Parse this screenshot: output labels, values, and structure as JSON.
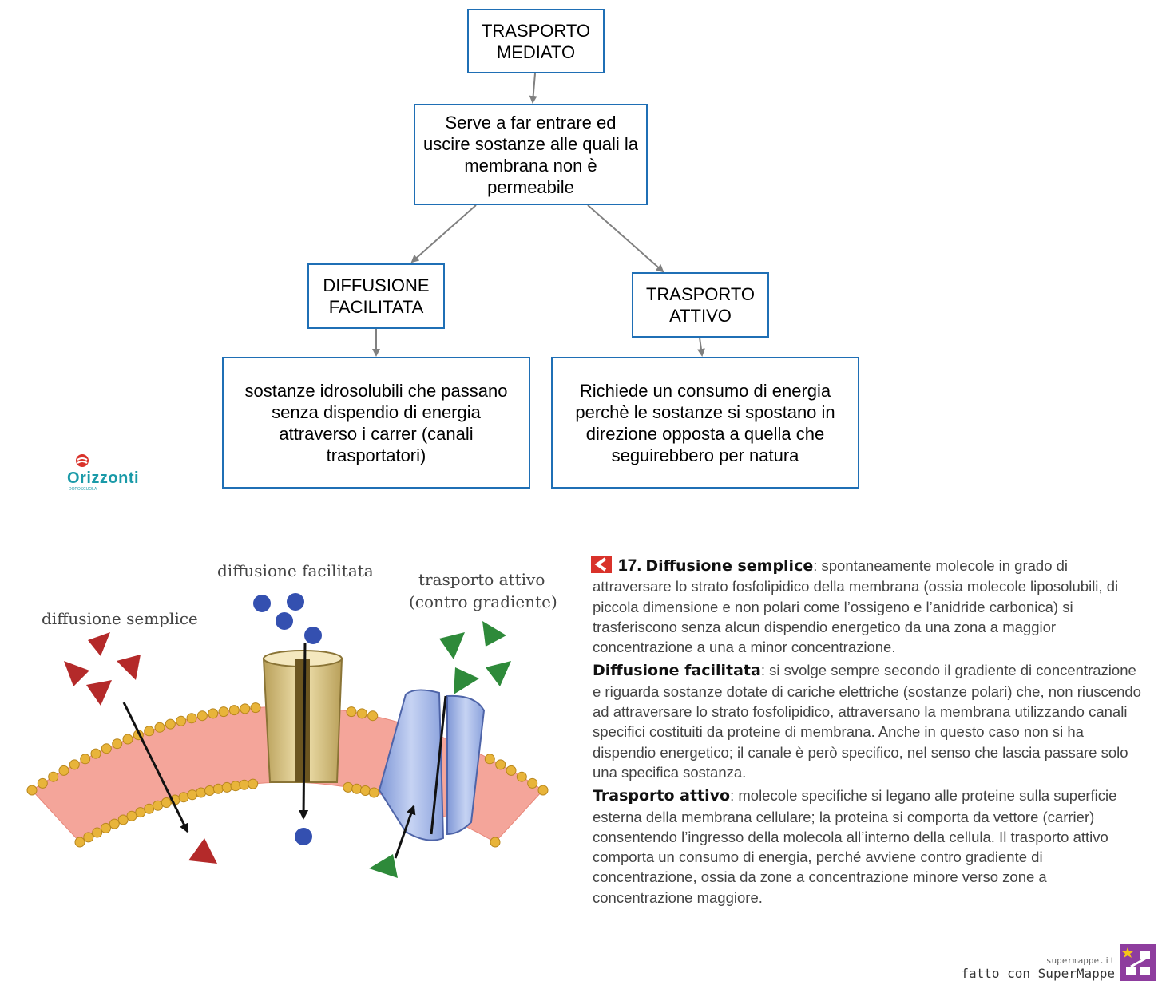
{
  "concept_map": {
    "nodes": {
      "root": "TRASPORTO MEDIATO",
      "purpose": "Serve a far entrare ed uscire sostanze alle quali la membrana non è permeabile",
      "facilitated": "DIFFUSIONE FACILITATA",
      "active": "TRASPORTO ATTIVO",
      "facilitated_desc": "sostanze idrosolubili che passano senza dispendio di energia attraverso i carrer (canali trasportatori)",
      "active_desc": "Richiede un consumo di energia perchè le sostanze si spostano in direzione opposta a quella che seguirebbero per natura"
    },
    "edges": [
      {
        "from": "root",
        "to": "purpose"
      },
      {
        "from": "purpose",
        "to": "facilitated"
      },
      {
        "from": "purpose",
        "to": "active"
      },
      {
        "from": "facilitated",
        "to": "facilitated_desc"
      },
      {
        "from": "active",
        "to": "active_desc"
      }
    ],
    "colors": {
      "border": "#1f6fb5",
      "edge": "#808080"
    }
  },
  "logo": {
    "text": "Orizzonti",
    "sub": "DOPOSCUOLA"
  },
  "figure": {
    "labels": {
      "simple": "diffusione semplice",
      "facilitated": "diffusione facilitata",
      "active_line1": "trasporto attivo",
      "active_line2": "(contro gradiente)"
    },
    "colors": {
      "membrane": "#f4a59a",
      "head": "#e8b43a",
      "channel": "#d9c07a",
      "carrier": "#9fb4e6",
      "molecule_blue": "#3450b0",
      "triangle_red": "#b42a2a",
      "triangle_green": "#2e8a3a"
    }
  },
  "text": {
    "p1_num": "17.",
    "p1_title": "Diffusione semplice",
    "p1_body": ": spontaneamente molecole in grado di attraversare lo strato fosfolipidico della membrana (ossia molecole liposolubili, di piccola dimensione e non polari come l’ossigeno e l’anidride carbonica) si trasferiscono senza alcun dispendio energetico da una zona a maggior concentrazione a una a minor concentrazione.",
    "p2_title": "Diffusione facilitata",
    "p2_body": ": si svolge sempre secondo il gradiente di concentrazione e riguarda sostanze dotate di cariche elettriche (sostanze polari) che, non riuscendo ad attraversare lo strato fosfolipidico, attraversano la membrana utilizzando canali specifici costituiti da proteine di membrana. Anche in questo caso non si ha dispendio energetico; il canale è però specifico, nel senso che lascia passare solo una specifica sostanza.",
    "p3_title": "Trasporto attivo",
    "p3_body": ": molecole specifiche si legano alle proteine sulla superficie esterna della membrana cellulare; la proteina si comporta da vettore (carrier) consentendo l’ingresso della molecola all’interno della cellula. Il trasporto attivo comporta un consumo di energia, perché avviene contro gradiente di concentrazione, ossia da zone a concentrazione minore verso zone a concentrazione maggiore."
  },
  "footer": {
    "site": "supermappe.it",
    "made_with": "fatto con SuperMappe"
  }
}
